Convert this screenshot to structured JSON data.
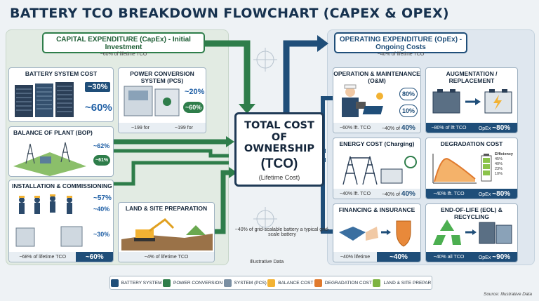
{
  "title": "BATTERY TCO BREAKDOWN FLOWCHART (CAPEX & OPEX)",
  "capex": {
    "header": "CAPITAL EXPENDITURE (CapEx) - Initial Investment",
    "subheader": "~60% of lifetime TCO",
    "battery": {
      "title": "BATTERY SYSTEM COST",
      "pct1": "~30%",
      "pct2": "~60%"
    },
    "pcs": {
      "title": "POWER CONVERSION SYSTEM (PCS)",
      "pct1": "~20%",
      "pct2": "~60%",
      "foot1": "~199 for",
      "foot2": "~199 for"
    },
    "bop": {
      "title": "BALANCE OF PLANT (BOP)",
      "pct1": "~62%",
      "pct2": "~61%"
    },
    "install": {
      "title": "INSTALLATION & COMMISSIONING",
      "pct1": "~57%",
      "pct2": "~40%",
      "pct3": "~30%",
      "foot_left": "~68% of lifetime TCO",
      "foot_right": "~60%"
    },
    "land": {
      "title": "LAND & SITE PREPARATION",
      "foot": "~4% of lifetime TCO"
    }
  },
  "opex": {
    "header": "OPERATING EXPENDITURE (OpEx) - Ongoing Costs",
    "subheader": "~40% of lifetime TCO",
    "om": {
      "title": "OPERATION & MAINTENANCE (O&M)",
      "pct1": "80%",
      "pct2": "10%",
      "foot1": "~60% lft. TCO",
      "foot2": "~40% of",
      "foot2b": "40%"
    },
    "aug": {
      "title": "AUGMENTATION / REPLACEMENT",
      "foot1": "~80% of lft TCO",
      "foot2": "OpEx",
      "foot2b": "~80%"
    },
    "energy": {
      "title": "ENERGY COST (Charging)",
      "foot1": "~40% lft. TCO",
      "foot2": "~40% of",
      "foot2b": "40%"
    },
    "degradation": {
      "title": "DEGRADATION COST",
      "eff_label": "Efficiency",
      "eff_values": [
        "45%",
        "40%",
        "23%",
        "10%"
      ],
      "foot1": "~40% lft. TCO",
      "foot2": "OpEx",
      "foot2b": "~80%"
    },
    "financing": {
      "title": "FINANCING & INSURANCE",
      "foot1": "~40%",
      "foot1b": "lifetime",
      "foot2": "~40%"
    },
    "eol": {
      "title": "END-OF-LIFE (EOL) & RECYCLING",
      "foot1": "~40%",
      "foot1b": "all TCO",
      "foot2": "OpEx",
      "foot2b": "~90%"
    }
  },
  "tco": {
    "line1": "TOTAL COST OF",
    "line2": "OWNERSHIP",
    "line3": "(TCO)",
    "line4": "(Lifetime Cost)"
  },
  "note1": "~40% of grid-scalable battery a typical grid-scale battery",
  "note2": "Illustrative Data",
  "legend": [
    {
      "label": "BATTERY SYSTEM",
      "color": "#1f4e79",
      "icon": "square-icon"
    },
    {
      "label": "POWER CONVERSION",
      "color": "#2e7d4a",
      "icon": "square-icon"
    },
    {
      "label": "SYSTEM (PCS)",
      "color": "#7a8fa3",
      "icon": "cabinet-icon"
    },
    {
      "label": "BALANCE COST",
      "color": "#f2b233",
      "icon": "square-icon"
    },
    {
      "label": "DEGRADATION COST",
      "color": "#e07a2e",
      "icon": "tools-icon"
    },
    {
      "label": "LAND & SITE PREPAR",
      "color": "#7cb342",
      "icon": "recycle-icon"
    }
  ],
  "source": "Source: Illustrative Data"
}
